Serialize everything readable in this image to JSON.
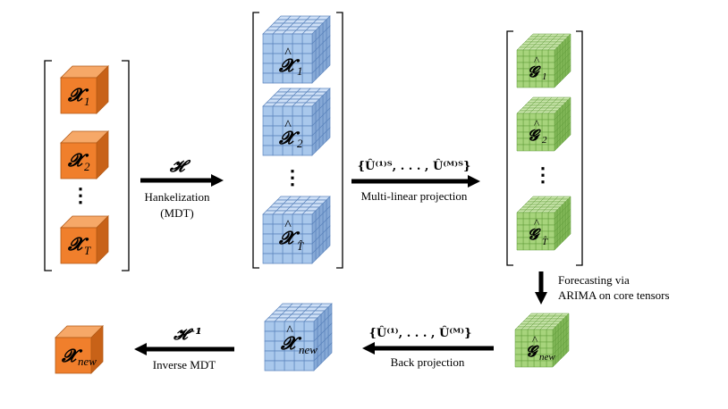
{
  "input_tensors": {
    "symbol": "𝓧",
    "subscripts": [
      "1",
      "2",
      "T"
    ],
    "ellipsis": "⋮"
  },
  "hankel_tensors": {
    "symbol": "𝓧",
    "subscripts": [
      "1",
      "2",
      "T̂"
    ],
    "ellipsis": "⋮"
  },
  "core_tensors": {
    "symbol": "𝓖",
    "subscripts": [
      "1",
      "2",
      "T̂"
    ],
    "ellipsis": "⋮"
  },
  "arrows": {
    "hankel": {
      "symbol": "𝓗",
      "line1": "Hankelization",
      "line2": "(MDT)"
    },
    "projection": {
      "math": "{Û⁽¹⁾ᵀ, . . . , Û⁽ᴹ⁾ᵀ}",
      "label": "Multi-linear projection"
    },
    "forecast": {
      "line1": "Forecasting via",
      "line2": "ARIMA on core tensors"
    },
    "back": {
      "math": "{Û⁽¹⁾, . . . , Û⁽ᴹ⁾}",
      "label": "Back projection"
    },
    "inverse": {
      "symbol": "𝓗⁻¹",
      "label": "Inverse MDT"
    }
  },
  "outputs": {
    "x_new": {
      "symbol": "𝓧",
      "subscript": "new"
    },
    "xhat_new": {
      "symbol": "𝓧",
      "subscript": "new"
    },
    "ghat_new": {
      "symbol": "𝓖",
      "subscript": "new"
    }
  },
  "colors": {
    "orange_front": "#f07f2c",
    "orange_top": "#f6a868",
    "orange_side": "#c86218",
    "blue_front": "#a9c8ec",
    "blue_top": "#cfe0f6",
    "blue_side": "#86a9d6",
    "blue_edge": "#5b84bd",
    "green_front": "#a7d47c",
    "green_top": "#cbe6ad",
    "green_side": "#82b858",
    "green_edge": "#5e9a38"
  }
}
